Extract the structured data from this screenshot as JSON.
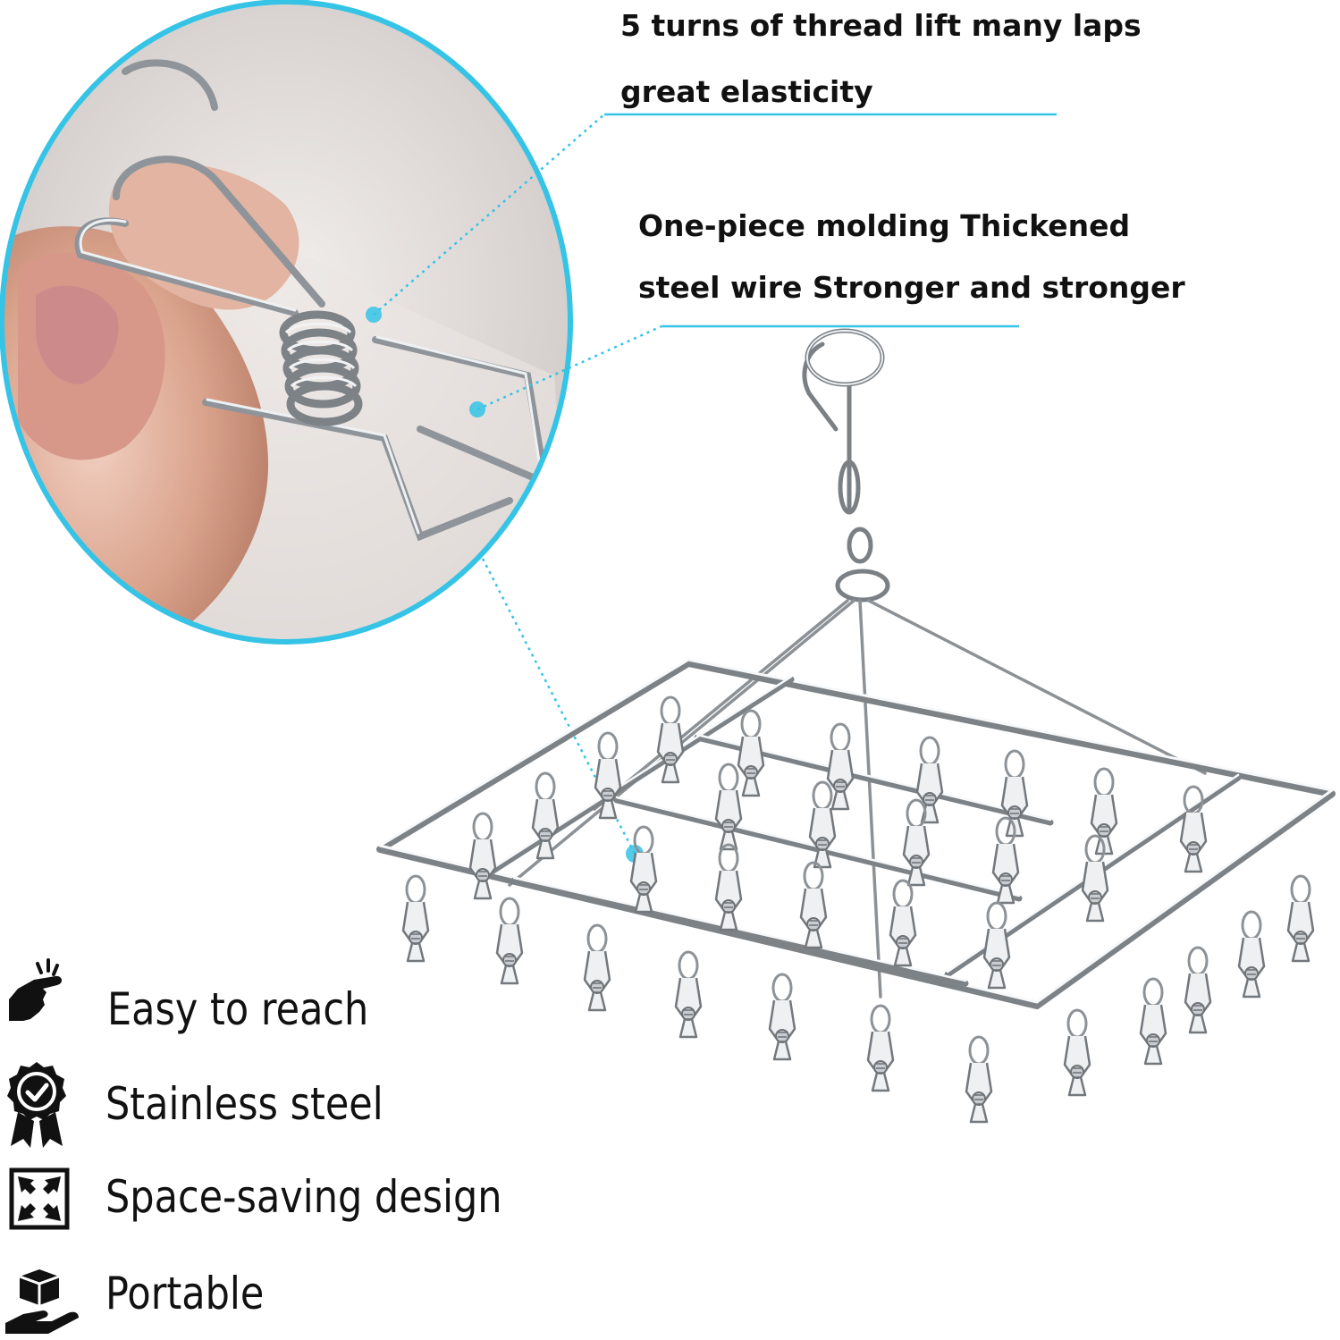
{
  "callouts": {
    "thread": {
      "line1": "5 turns of thread lift many laps",
      "line2": "great elasticity"
    },
    "molding": {
      "line1": "One-piece molding Thickened",
      "line2": "steel wire Stronger and stronger"
    }
  },
  "features": [
    {
      "label": "Easy to reach",
      "icon": "pointing-hand-icon"
    },
    {
      "label": "Stainless steel",
      "icon": "quality-badge-icon"
    },
    {
      "label": "Space-saving design",
      "icon": "compress-arrows-icon"
    },
    {
      "label": "Portable",
      "icon": "box-in-hand-icon"
    }
  ],
  "colors": {
    "accent": "#35C3E6",
    "text": "#111111",
    "steel": "#9A9EA3",
    "steel_dark": "#5E6266",
    "skin": "#E9B8A3"
  }
}
